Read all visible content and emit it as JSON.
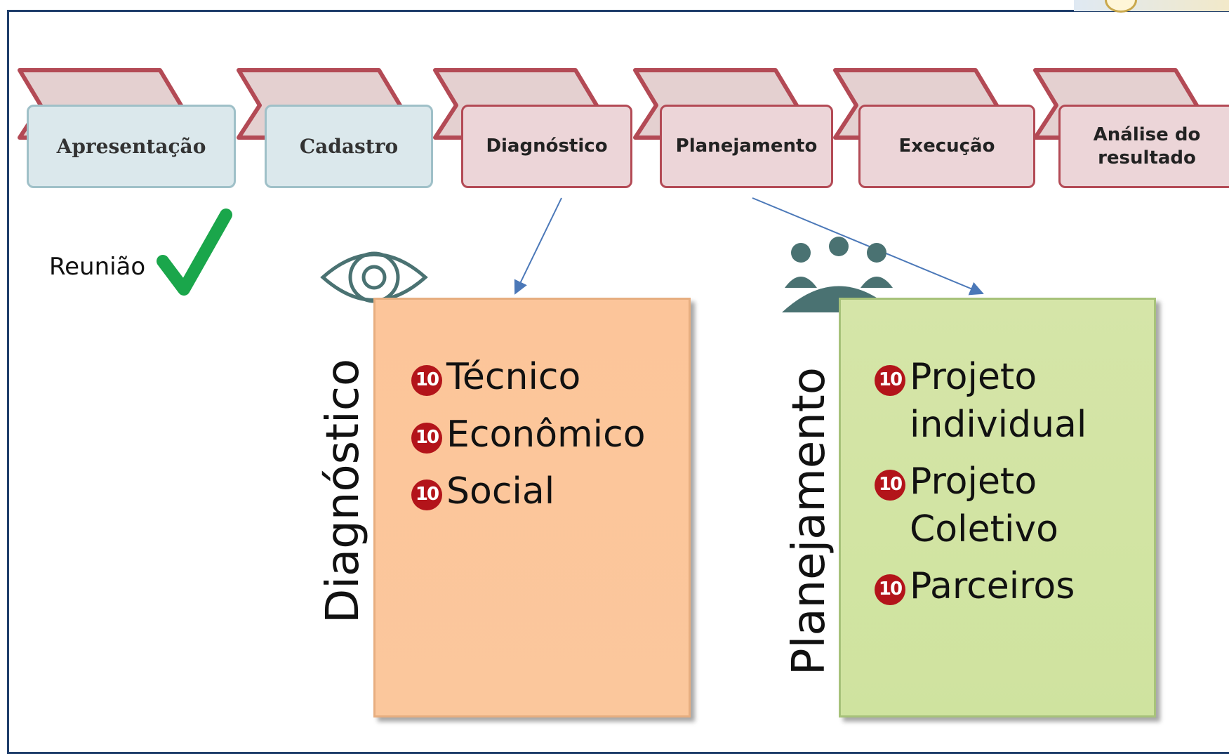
{
  "process": {
    "steps": [
      {
        "label": "Apresentação",
        "status": "done"
      },
      {
        "label": "Cadastro",
        "status": "done"
      },
      {
        "label": "Diagnóstico",
        "status": "pending"
      },
      {
        "label": "Planejamento",
        "status": "pending"
      },
      {
        "label": "Execução",
        "status": "pending"
      },
      {
        "label": "Análise do resultado",
        "status": "pending"
      }
    ]
  },
  "reuniao": {
    "label": "Reunião",
    "icon": "check-icon"
  },
  "diagnostico": {
    "title": "Diagnóstico",
    "icon": "eye-icon",
    "items": [
      {
        "badge": "10",
        "text": "Técnico"
      },
      {
        "badge": "10",
        "text": "Econômico"
      },
      {
        "badge": "10",
        "text": "Social"
      }
    ]
  },
  "planejamento": {
    "title": "Planejamento",
    "icon": "group-icon",
    "items": [
      {
        "badge": "10",
        "text": "Projeto individual"
      },
      {
        "badge": "10",
        "text": "Projeto Coletivo"
      },
      {
        "badge": "10",
        "text": "Parceiros"
      }
    ]
  },
  "colors": {
    "done_fill": "#dbe8ec",
    "pending_fill": "#ecd5d8",
    "pending_border": "#b34a55",
    "diagnostico_box": "#fbc59a",
    "planejamento_box": "#d3e4a4",
    "badge": "#b3141a",
    "check": "#1aa64b",
    "icon": "#4a7272"
  }
}
